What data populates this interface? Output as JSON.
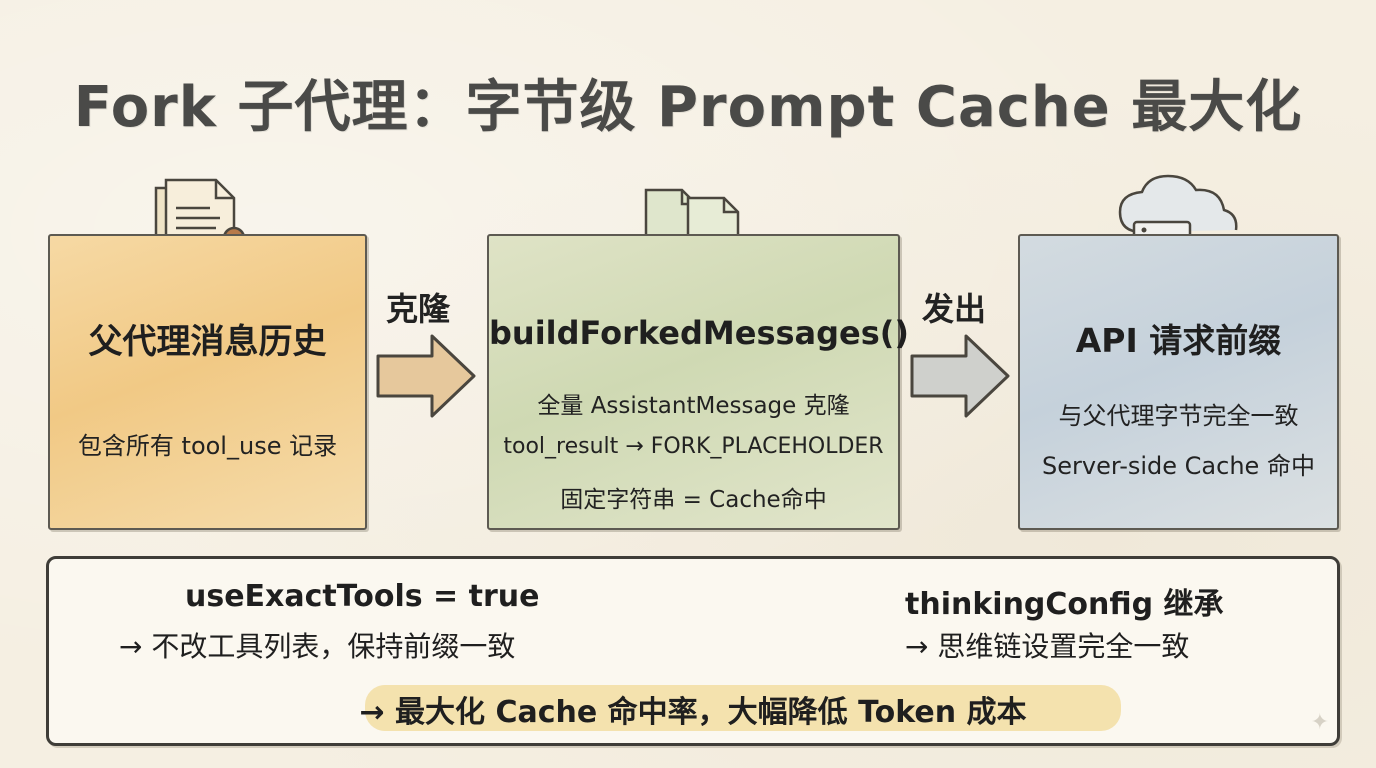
{
  "title": "Fork 子代理：字节级 Prompt Cache 最大化",
  "flow": {
    "left": {
      "title": "父代理消息历史",
      "line1": "包含所有 tool_use 记录",
      "icon": "document-stamp-icon",
      "color": "#f1c985"
    },
    "middle": {
      "title": "buildForkedMessages()",
      "line1": "全量 AssistantMessage 克隆",
      "line2": "tool_result → FORK_PLACEHOLDER",
      "line3": "固定字符串 = Cache命中",
      "icon": "copy-documents-icon",
      "color": "#cfd9b3"
    },
    "right": {
      "title": "API 请求前缀",
      "line1": "与父代理字节完全一致",
      "line2": "Server-side Cache 命中",
      "icon": "cloud-server-check-icon",
      "color": "#c5d1db"
    },
    "arrow1_label": "克隆",
    "arrow2_label": "发出"
  },
  "bottom": {
    "left_head": "useExactTools = true",
    "left_sub": "→ 不改工具列表，保持前缀一致",
    "right_head": "thinkingConfig 继承",
    "right_sub": "→ 思维链设置完全一致",
    "conclusion": "→ 最大化 Cache 命中率，大幅降低 Token 成本",
    "highlight_color": "#f3dfa6"
  }
}
